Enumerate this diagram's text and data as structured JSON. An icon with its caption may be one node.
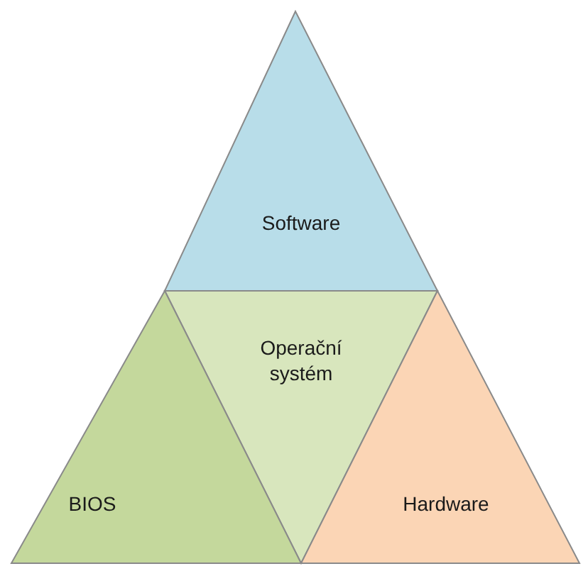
{
  "diagram": {
    "nodes": [
      {
        "text": [
          "Software"
        ]
      },
      {
        "text": [
          "Operační systém"
        ]
      },
      {
        "text": [
          "BIOS"
        ]
      },
      {
        "text": [
          "Hardware"
        ]
      }
    ]
  }
}
